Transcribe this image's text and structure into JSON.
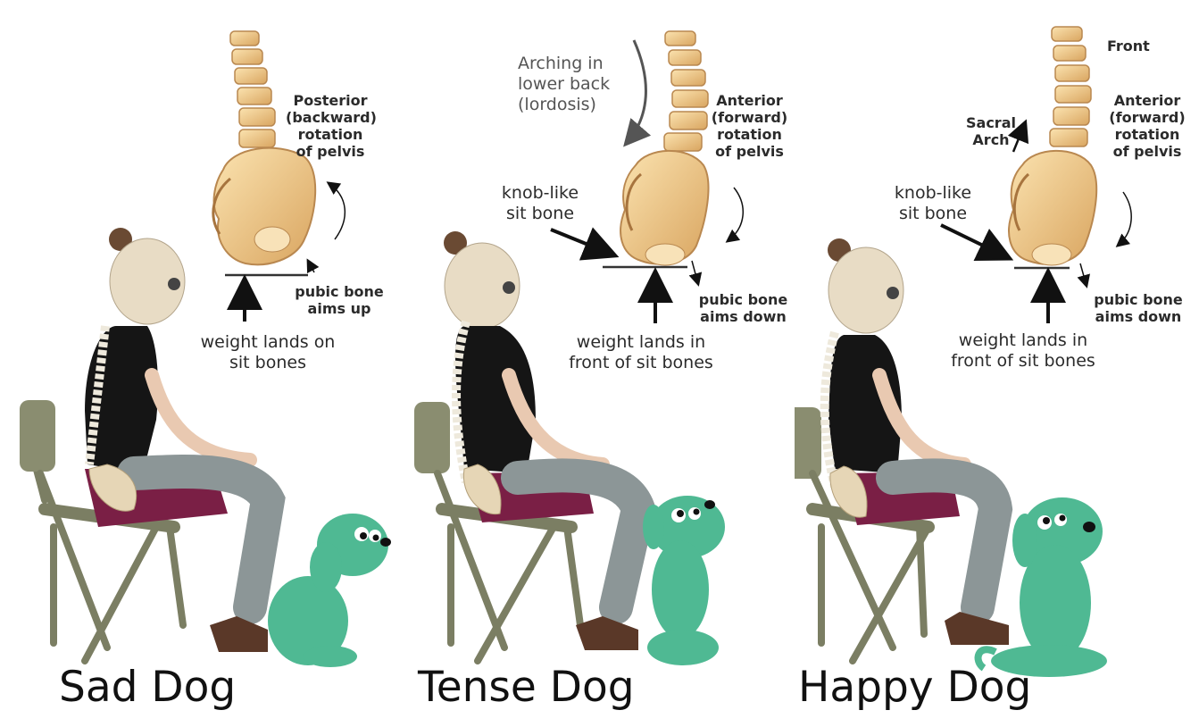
{
  "panels": [
    {
      "title": "Sad Dog",
      "labels": {
        "rotation": "Posterior\n(backward)\nrotation\nof pelvis",
        "pubic": "pubic bone\naims up",
        "weight": "weight lands on\nsit bones"
      }
    },
    {
      "title": "Tense Dog",
      "labels": {
        "arch": "Arching in\nlower back\n(lordosis)",
        "rotation": "Anterior\n(forward)\nrotation\nof pelvis",
        "sitbone": "knob-like\nsit bone",
        "pubic": "pubic bone\naims down",
        "weight": "weight lands in\nfront of sit bones"
      }
    },
    {
      "title": "Happy Dog",
      "labels": {
        "front": "Front",
        "sacral": "Sacral\nArch",
        "rotation": "Anterior\n(forward)\nrotation\nof pelvis",
        "sitbone": "knob-like\nsit bone",
        "pubic": "pubic bone\naims down",
        "weight": "weight lands in\nfront of sit bones"
      }
    }
  ],
  "colors": {
    "dog": "#4fb993",
    "bone": "#f2cf8f",
    "skirt": "#7a1f45",
    "leggings": "#8c9697",
    "shirt": "#151515",
    "chair": "#7b7e63"
  }
}
